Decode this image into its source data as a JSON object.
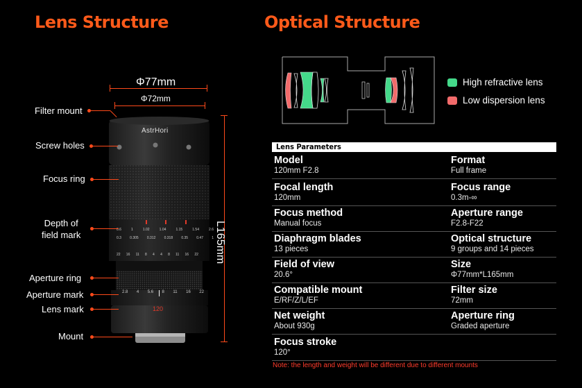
{
  "titles": {
    "lens_structure": "Lens Structure",
    "optical_structure": "Optical Structure"
  },
  "lens": {
    "outer_diameter": "Φ77mm",
    "thread_diameter": "Φ72mm",
    "length": "L165mm",
    "brand": "AstrHori",
    "focus_scale_value": "120",
    "callouts": {
      "filter_mount": "Filter mount",
      "screw_holes": "Screw holes",
      "focus_ring": "Focus ring",
      "depth_of_field_mark": "Depth of\nfield mark",
      "aperture_ring": "Aperture ring",
      "aperture_mark": "Aperture mark",
      "lens_mark": "Lens mark",
      "mount": "Mount"
    },
    "scale_top": [
      "0.6",
      "1",
      "1.02",
      "1.04",
      "1.15",
      "1.54",
      "2.6"
    ],
    "scale_mid": [
      "0.3",
      "0.305",
      "0.312",
      "0.318",
      "0.35",
      "0.47",
      "1"
    ],
    "dof_marks": [
      "22",
      "16",
      "11",
      "8",
      "4",
      "4",
      "8",
      "11",
      "16",
      "22"
    ],
    "aperture_marks": [
      "2.8",
      "4",
      "5.6",
      "8",
      "11",
      "16",
      "22"
    ]
  },
  "legend": {
    "high_refractive": "High refractive lens",
    "low_dispersion": "Low dispersion lens",
    "high_color": "#44d98a",
    "low_color": "#f26b6b"
  },
  "params": {
    "header": "Lens Parameters",
    "rows": [
      [
        {
          "label": "Model",
          "value": "120mm F2.8"
        },
        {
          "label": "Format",
          "value": "Full frame"
        }
      ],
      [
        {
          "label": "Focal length",
          "value": "120mm"
        },
        {
          "label": "Focus range",
          "value": "0.3m-∞"
        }
      ],
      [
        {
          "label": "Focus method",
          "value": "Manual focus"
        },
        {
          "label": "Aperture range",
          "value": "F2.8-F22"
        }
      ],
      [
        {
          "label": "Diaphragm blades",
          "value": "13 pieces"
        },
        {
          "label": "Optical structure",
          "value": "9 groups and 14 pieces"
        }
      ],
      [
        {
          "label": "Field of view",
          "value": "20.6°"
        },
        {
          "label": "Size",
          "value": "Φ77mm*L165mm"
        }
      ],
      [
        {
          "label": "Compatible mount",
          "value": "E/RF/Z/L/EF"
        },
        {
          "label": "Filter size",
          "value": "72mm"
        }
      ],
      [
        {
          "label": "Net weight",
          "value": "About 930g"
        },
        {
          "label": "Aperture ring",
          "value": "Graded aperture"
        }
      ],
      [
        {
          "label": "Focus stroke",
          "value": "120°"
        }
      ]
    ],
    "note": "Note: the length and weight will be different due to different mounts"
  }
}
